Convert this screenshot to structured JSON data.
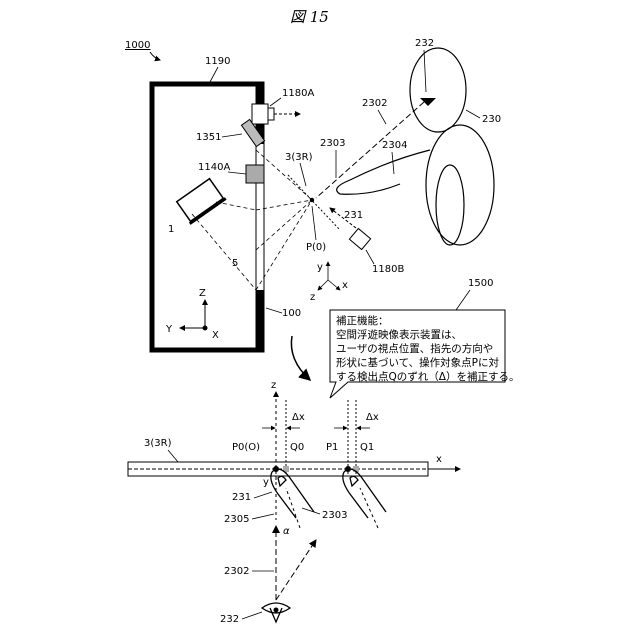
{
  "figure_title": "図 15",
  "top": {
    "system_label": "1000",
    "housing_label": "1190",
    "camera_a": "1180A",
    "camera_b": "1180B",
    "light_source": "1351",
    "sensor": "1140A",
    "display_unit": "1",
    "window": "5",
    "plane_label": "3(3R)",
    "point_label": "P(0)",
    "eye": "232",
    "user": "230",
    "sight_line": "2302",
    "arm": "2304",
    "finger": "2303",
    "fingertip": "231",
    "stand": "100",
    "callout": "1500",
    "axes_yz": {
      "y": "y",
      "z": "z",
      "x": "x"
    },
    "axes_main": {
      "z": "Z",
      "y": "Y",
      "x": "X"
    }
  },
  "callout_text": [
    "補正機能：",
    "空間浮遊映像表示装置は、",
    "ユーザの視点位置、指先の方向や",
    "形状に基づいて、操作対象点Pに対",
    "する検出点Qのずれ（Δ）を補正する。"
  ],
  "bottom": {
    "plane_label": "3(3R)",
    "z": "z",
    "x": "x",
    "y": "y",
    "delta1": "Δx",
    "delta2": "Δx",
    "p0": "P0(O)",
    "q0": "Q0",
    "p1": "P1",
    "q1": "Q1",
    "fingertip": "231",
    "finger": "2303",
    "line": "2305",
    "alpha": "α",
    "sight": "2302",
    "eye": "232"
  }
}
